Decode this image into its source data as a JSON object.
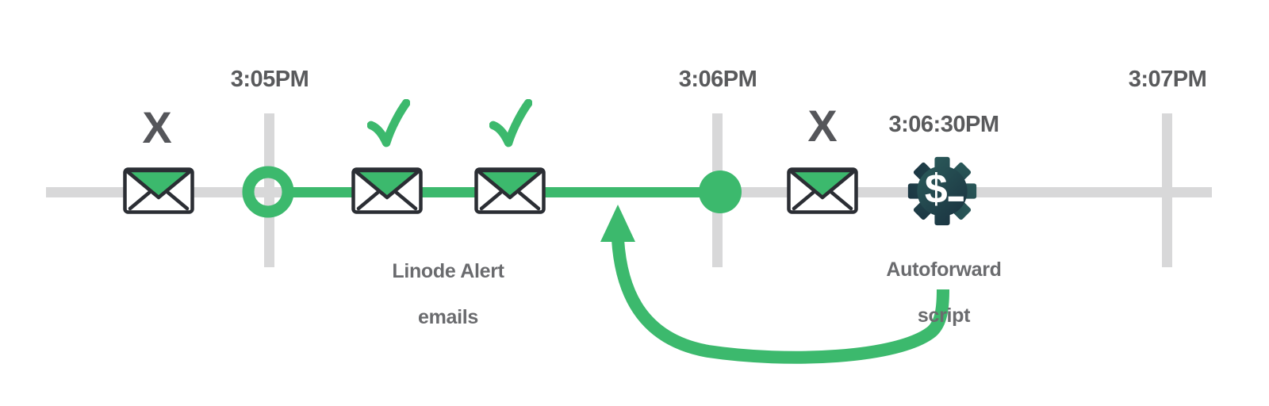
{
  "diagram": {
    "type": "timeline",
    "timeline": {
      "tick_labels": [
        "3:05PM",
        "3:06PM",
        "3:07PM"
      ],
      "event_time_label": "3:06:30PM"
    },
    "captions": {
      "alert_emails": {
        "line1": "Linode Alert",
        "line2": "emails"
      },
      "autoforward": {
        "line1": "Autoforward",
        "line2": "script"
      }
    },
    "marks": {
      "fail_glyph": "X"
    },
    "gear": {
      "prompt_symbol": "$"
    },
    "events": [
      {
        "icon": "envelope-icon",
        "status_glyph": "X"
      },
      {
        "icon": "envelope-icon",
        "status_glyph": "check"
      },
      {
        "icon": "envelope-icon",
        "status_glyph": "check"
      },
      {
        "icon": "envelope-icon",
        "status_glyph": "X"
      },
      {
        "icon": "gear-terminal-icon",
        "time": "3:06:30PM"
      }
    ],
    "colors": {
      "green": "#3cb96d",
      "track_gray": "#d8d8d9",
      "time_text": "#595a5c",
      "caption_text": "#6a6b6e",
      "icon_outline": "#2b2e34",
      "gear_gradient_start": "#2f6561",
      "gear_gradient_end": "#16293a"
    }
  }
}
